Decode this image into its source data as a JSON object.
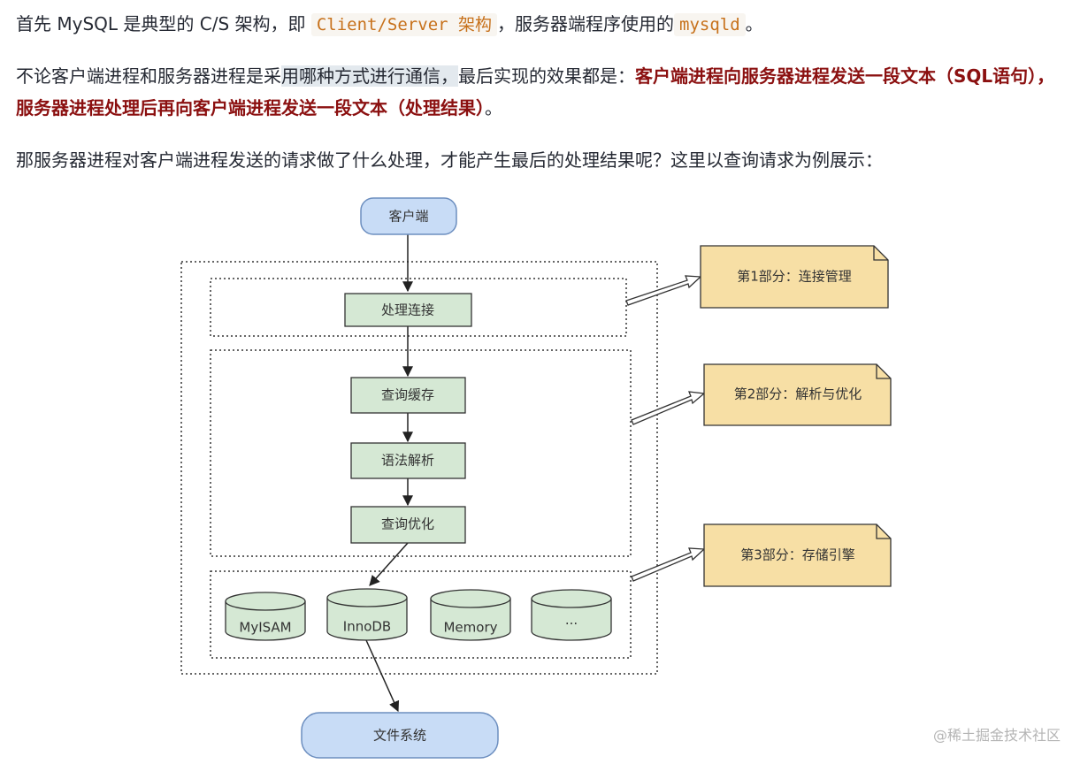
{
  "article": {
    "p1": {
      "t1": "首先 MySQL 是典型的 C/S 架构，即 ",
      "code1": "Client/Server 架构",
      "t2": "，服务器端程序使用的",
      "code2": "mysqld",
      "t3": "。"
    },
    "p2": {
      "t1": "不论客户端进程和服务器进程是采",
      "hl": "用哪种方式进行通信，",
      "t2": "最后实现的效果都是：",
      "strong": "客户端进程向服务器进程发送一段文本（SQL语句），服务器进程处理后再向客户端进程发送一段文本（处理结果）",
      "t3": "。"
    },
    "p3": "那服务器进程对客户端进程发送的请求做了什么处理，才能产生最后的处理结果呢？这里以查询请求为例展示："
  },
  "diagram": {
    "client": "客户端",
    "connect": "处理连接",
    "cache": "查询缓存",
    "parse": "语法解析",
    "optimize": "查询优化",
    "engines": [
      "MyISAM",
      "InnoDB",
      "Memory",
      "···"
    ],
    "fs": "文件系统",
    "notes": [
      "第1部分：连接管理",
      "第2部分：解析与优化",
      "第3部分：存储引擎"
    ],
    "colors": {
      "green_fill": "#d5e8d4",
      "green_stroke": "#82b366",
      "blue_fill": "#c8dcf6",
      "blue_stroke": "#6c8ebf",
      "note_fill": "#f7dfa5",
      "note_stroke": "#333333"
    }
  },
  "watermark": "@稀土掘金技术社区"
}
